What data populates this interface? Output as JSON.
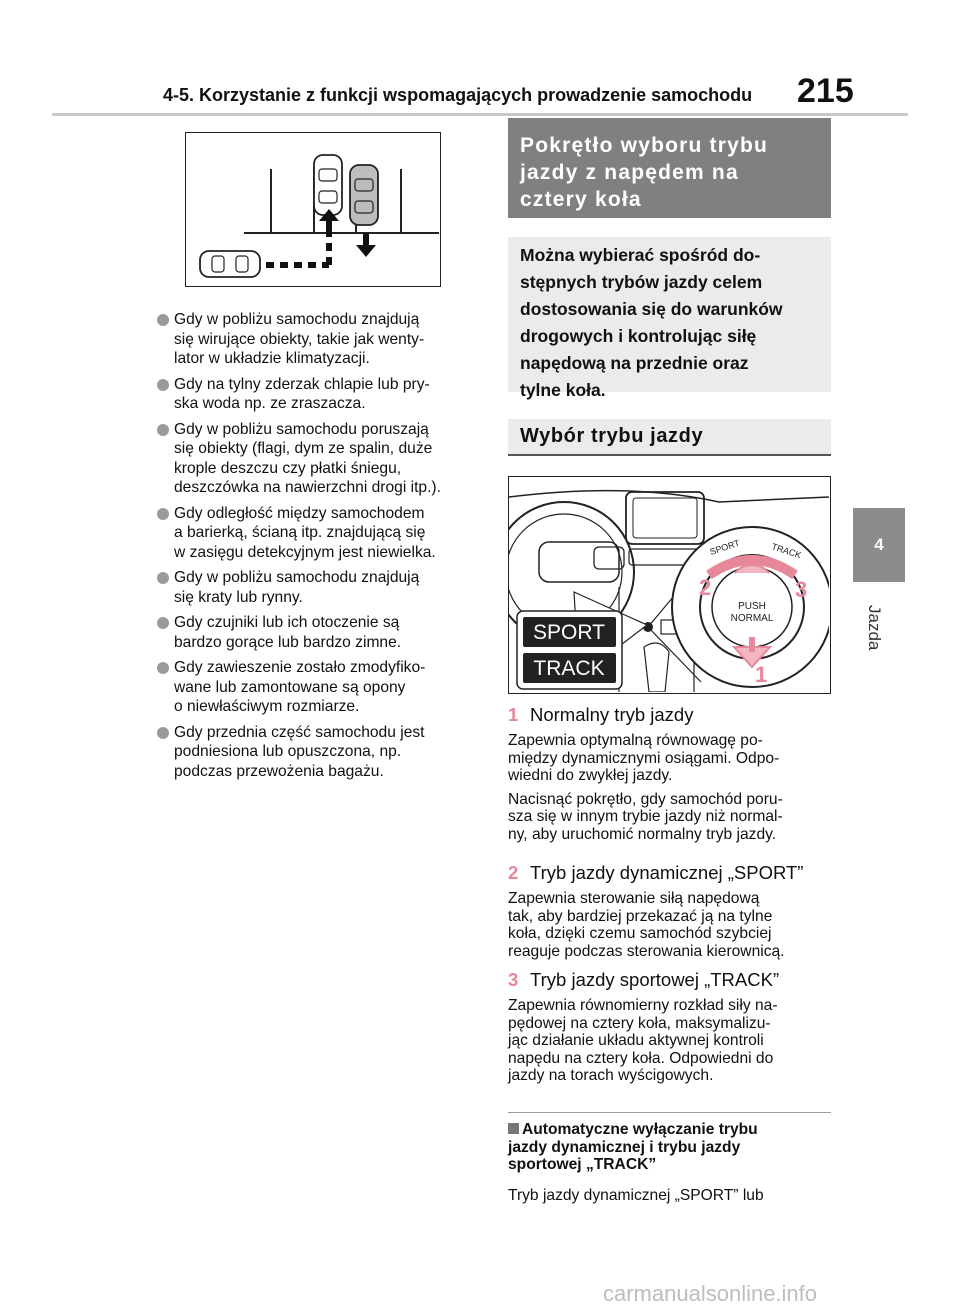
{
  "header": {
    "title": "4-5. Korzystanie z funkcji wspomagających prowadzenie samochodu",
    "page_number": "215"
  },
  "side_tab": {
    "number": "4",
    "label": "Jazda"
  },
  "left_bullets": [
    "Gdy w pobliżu samochodu znajdują\nsię wirujące obiekty, takie jak wenty-\nlator w układzie klimatyzacji.",
    "Gdy na tylny zderzak chlapie lub pry-\nska woda np. ze zraszacza.",
    "Gdy w pobliżu samochodu poruszają\nsię obiekty (flagi, dym ze spalin, duże\nkrople deszczu czy płatki śniegu,\ndeszczówka na nawierzchni drogi itp.).",
    "Gdy odległość między samochodem\na barierką, ścianą itp. znajdującą się\nw zasięgu detekcyjnym jest niewielka.",
    "Gdy w pobliżu samochodu znajdują\nsię kraty lub rynny.",
    "Gdy czujniki lub ich otoczenie są\nbardzo gorące lub bardzo zimne.",
    "Gdy zawieszenie zostało zmodyfiko-\nwane lub zamontowane są opony\no niewłaściwym rozmiarze.",
    "Gdy przednia część samochodu jest\npodniesiona lub opuszczona, np.\npodczas przewożenia bagażu."
  ],
  "section_main": {
    "title": "Pokrętło wyboru trybu\njazdy z napędem na\ncztery koła",
    "intro": "Można wybierać spośród do-\nstępnych trybów jazdy celem\ndostosowania się do warunków\ndrogowych i kontrolując siłę\nnapędową na przednie oraz\ntylne koła."
  },
  "section_sub_title": "Wybór trybu jazdy",
  "figure_labels": {
    "sport": "SPORT",
    "track": "TRACK",
    "dial_sport": "SPORT",
    "dial_track": "TRACK",
    "push": "PUSH",
    "normal": "NORMAL",
    "n1": "1",
    "n2": "2",
    "n3": "3"
  },
  "items": [
    {
      "num": "1",
      "title": "Normalny tryb jazdy",
      "paras": [
        "Zapewnia optymalną równowagę po-\nmiędzy dynamicznymi osiągami. Odpo-\nwiedni do zwykłej jazdy.",
        "Nacisnąć pokrętło, gdy samochód poru-\nsza się w innym trybie jazdy niż normal-\nny, aby uruchomić normalny tryb jazdy."
      ]
    },
    {
      "num": "2",
      "title": "Tryb jazdy dynamicznej „SPORT”",
      "paras": [
        "Zapewnia sterowanie siłą napędową\ntak, aby bardziej przekazać ją na tylne\nkoła, dzięki czemu samochód szybciej\nreaguje podczas sterowania kierownicą."
      ]
    },
    {
      "num": "3",
      "title": "Tryb jazdy sportowej „TRACK”",
      "paras": [
        "Zapewnia równomierny rozkład siły na-\npędowej na cztery koła, maksymalizu-\njąc działanie układu aktywnej kontroli\nnapędu na cztery koła. Odpowiedni do\njazdy na torach wyścigowych."
      ]
    }
  ],
  "auto_off": {
    "heading": "Automatyczne wyłączanie trybu\njazdy dynamicznej i trybu jazdy\nsportowej „TRACK”",
    "body": "Tryb jazdy dynamicznej „SPORT” lub"
  },
  "watermark": "carmanualsonline.info",
  "colors": {
    "accent_pink": "#e7879a",
    "dark_gray": "#808080",
    "light_gray": "#ebebeb"
  }
}
